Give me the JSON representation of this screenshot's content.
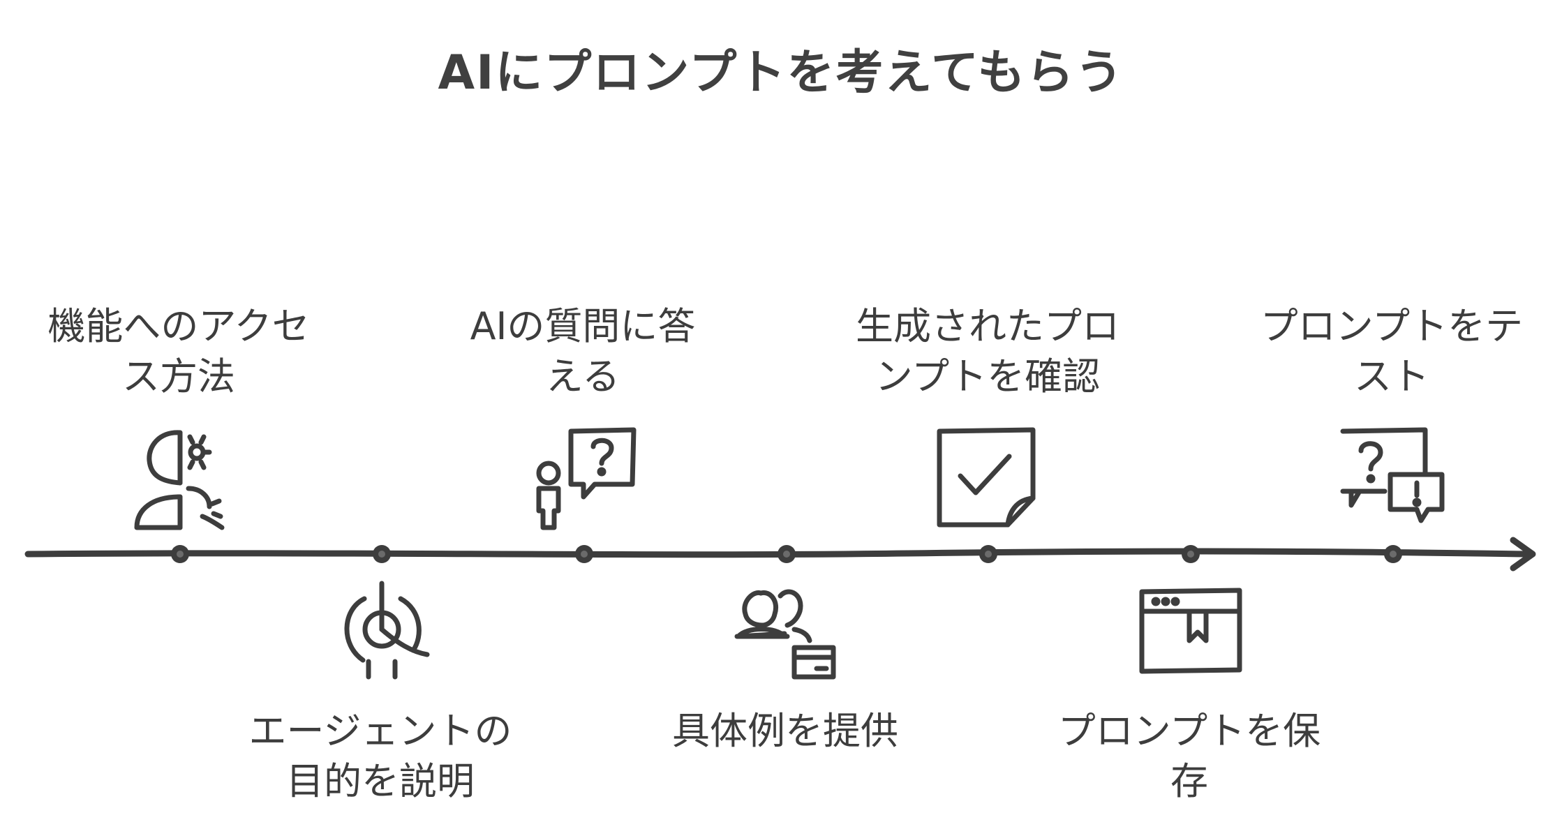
{
  "title": "AIにプロンプトを考えてもらう",
  "steps": [
    {
      "label": "機能へのアクセス方法",
      "icon": "head-gears-icon"
    },
    {
      "label": "エージェントの目的を説明",
      "icon": "target-icon"
    },
    {
      "label": "AIの質問に答える",
      "icon": "person-question-icon"
    },
    {
      "label": "具体例を提供",
      "icon": "users-card-icon"
    },
    {
      "label": "生成されたプロンプトを確認",
      "icon": "checked-note-icon"
    },
    {
      "label": "プロンプトを保存",
      "icon": "bookmark-window-icon"
    },
    {
      "label": "プロンプトをテスト",
      "icon": "question-exclaim-bubbles-icon"
    }
  ],
  "labels_display": [
    "機能へのアクセ\nス方法",
    "エージェントの\n目的を説明",
    "AIの質問に答\nえる",
    "具体例を提供",
    "生成されたプロ\nンプトを確認",
    "プロンプトを保\n存",
    "プロンプトをテ\nスト"
  ],
  "colors": {
    "ink": "#3d3d3d",
    "background": "#ffffff"
  }
}
